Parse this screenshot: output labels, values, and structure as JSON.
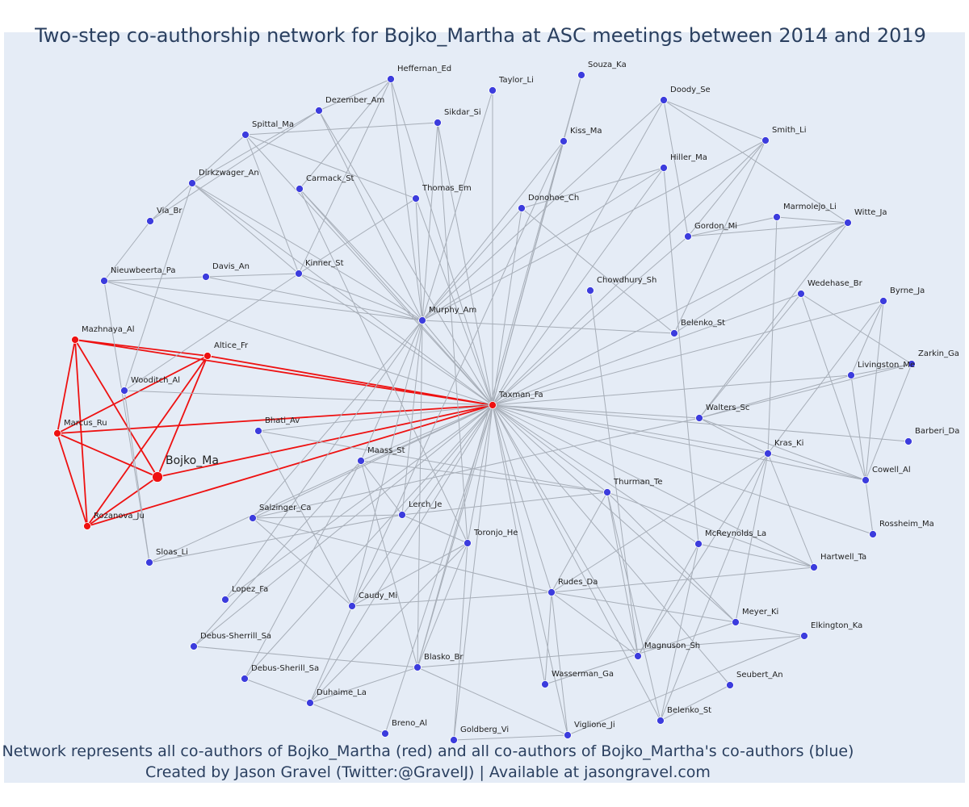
{
  "title": "Two-step co-authorship network for Bojko_Martha at ASC meetings between 2014 and 2019",
  "caption": {
    "line1": "Network represents all co-authors of Bojko_Martha (red) and all co-authors of Bojko_Martha's co-authors (blue)",
    "line2": "Created by Jason Gravel (Twitter:@GravelJ) | Available at jasongravel.com"
  },
  "colors": {
    "ego": "#ee1111",
    "coauthor": "#ee1111",
    "second_degree": "#3c3cdd",
    "edge": "#a7aeb8",
    "background": "#e5ecf6"
  },
  "nodes": [
    {
      "id": "Bojko_Ma",
      "group": "ego"
    },
    {
      "id": "Taxman_Fa",
      "group": "coauthor"
    },
    {
      "id": "Mazhnaya_Al",
      "group": "coauthor"
    },
    {
      "id": "Altice_Fr",
      "group": "coauthor"
    },
    {
      "id": "Marcus_Ru",
      "group": "coauthor"
    },
    {
      "id": "Rozanova_Ju",
      "group": "coauthor"
    },
    {
      "id": "Heffernan_Ed",
      "group": "second"
    },
    {
      "id": "Souza_Ka",
      "group": "second"
    },
    {
      "id": "Taylor_Li",
      "group": "second"
    },
    {
      "id": "Dezember_Am",
      "group": "second"
    },
    {
      "id": "Sikdar_Si",
      "group": "second"
    },
    {
      "id": "Kiss_Ma",
      "group": "second"
    },
    {
      "id": "Doody_Se",
      "group": "second"
    },
    {
      "id": "Spittal_Ma",
      "group": "second"
    },
    {
      "id": "Smith_Li",
      "group": "second"
    },
    {
      "id": "Hiller_Ma",
      "group": "second"
    },
    {
      "id": "Dirkzwager_An",
      "group": "second"
    },
    {
      "id": "Carmack_St",
      "group": "second"
    },
    {
      "id": "Thomas_Em",
      "group": "second"
    },
    {
      "id": "Donohoe_Ch",
      "group": "second"
    },
    {
      "id": "Via_Br",
      "group": "second"
    },
    {
      "id": "Marmolejo_Li",
      "group": "second"
    },
    {
      "id": "Witte_Ja",
      "group": "second"
    },
    {
      "id": "Gordon_Mi",
      "group": "second"
    },
    {
      "id": "Nieuwbeerta_Pa",
      "group": "second"
    },
    {
      "id": "Davis_An",
      "group": "second"
    },
    {
      "id": "Kinner_St",
      "group": "second"
    },
    {
      "id": "Chowdhury_Sh",
      "group": "second"
    },
    {
      "id": "Wedehase_Br",
      "group": "second"
    },
    {
      "id": "Byrne_Ja",
      "group": "second"
    },
    {
      "id": "Murphy_Am",
      "group": "second"
    },
    {
      "id": "Belenko_St",
      "group": "second"
    },
    {
      "id": "Zarkin_Ga",
      "group": "second"
    },
    {
      "id": "Wooditch_Al",
      "group": "second"
    },
    {
      "id": "Livingston_Me",
      "group": "second"
    },
    {
      "id": "Walters_Sc",
      "group": "second"
    },
    {
      "id": "Bhati_Av",
      "group": "second"
    },
    {
      "id": "Barberi_Da",
      "group": "second"
    },
    {
      "id": "Kras_Ki",
      "group": "second"
    },
    {
      "id": "Maass_St",
      "group": "second"
    },
    {
      "id": "Cowell_Al",
      "group": "second"
    },
    {
      "id": "Thurman_Te",
      "group": "second"
    },
    {
      "id": "Salzinger_Ca",
      "group": "second"
    },
    {
      "id": "Lerch_Je",
      "group": "second"
    },
    {
      "id": "Rossheim_Ma",
      "group": "second"
    },
    {
      "id": "Toronjo_He",
      "group": "second"
    },
    {
      "id": "McReynolds_La",
      "group": "second"
    },
    {
      "id": "Sloas_Li",
      "group": "second"
    },
    {
      "id": "Hartwell_Ta",
      "group": "second"
    },
    {
      "id": "Lopez_Fa",
      "group": "second"
    },
    {
      "id": "Rudes_Da",
      "group": "second"
    },
    {
      "id": "Caudy_Mi",
      "group": "second"
    },
    {
      "id": "Meyer_Ki",
      "group": "second"
    },
    {
      "id": "Elkington_Ka",
      "group": "second"
    },
    {
      "id": "Debus-Sherrill_Sa",
      "group": "second"
    },
    {
      "id": "Magnuson_Sh",
      "group": "second"
    },
    {
      "id": "Blasko_Br",
      "group": "second"
    },
    {
      "id": "Debus-Sherill_Sa",
      "group": "second"
    },
    {
      "id": "Seubert_An",
      "group": "second"
    },
    {
      "id": "Wasserman_Ga",
      "group": "second"
    },
    {
      "id": "Duhaime_La",
      "group": "second"
    },
    {
      "id": "Belenko_St2",
      "label": "Belenko_St",
      "group": "second"
    },
    {
      "id": "Breno_Al",
      "group": "second"
    },
    {
      "id": "Goldberg_Vi",
      "group": "second"
    },
    {
      "id": "Viglione_Ji",
      "group": "second"
    }
  ],
  "edges": [
    [
      "Bojko_Ma",
      "Taxman_Fa"
    ],
    [
      "Bojko_Ma",
      "Mazhnaya_Al"
    ],
    [
      "Bojko_Ma",
      "Altice_Fr"
    ],
    [
      "Bojko_Ma",
      "Marcus_Ru"
    ],
    [
      "Bojko_Ma",
      "Rozanova_Ju"
    ],
    [
      "Mazhnaya_Al",
      "Altice_Fr"
    ],
    [
      "Mazhnaya_Al",
      "Marcus_Ru"
    ],
    [
      "Mazhnaya_Al",
      "Rozanova_Ju"
    ],
    [
      "Mazhnaya_Al",
      "Taxman_Fa"
    ],
    [
      "Altice_Fr",
      "Marcus_Ru"
    ],
    [
      "Altice_Fr",
      "Rozanova_Ju"
    ],
    [
      "Altice_Fr",
      "Taxman_Fa"
    ],
    [
      "Marcus_Ru",
      "Rozanova_Ju"
    ],
    [
      "Marcus_Ru",
      "Taxman_Fa"
    ],
    [
      "Rozanova_Ju",
      "Taxman_Fa"
    ],
    [
      "Taxman_Fa",
      "Heffernan_Ed"
    ],
    [
      "Taxman_Fa",
      "Souza_Ka"
    ],
    [
      "Taxman_Fa",
      "Taylor_Li"
    ],
    [
      "Taxman_Fa",
      "Dezember_Am"
    ],
    [
      "Taxman_Fa",
      "Sikdar_Si"
    ],
    [
      "Taxman_Fa",
      "Kiss_Ma"
    ],
    [
      "Taxman_Fa",
      "Doody_Se"
    ],
    [
      "Taxman_Fa",
      "Spittal_Ma"
    ],
    [
      "Taxman_Fa",
      "Smith_Li"
    ],
    [
      "Taxman_Fa",
      "Hiller_Ma"
    ],
    [
      "Taxman_Fa",
      "Dirkzwager_An"
    ],
    [
      "Taxman_Fa",
      "Carmack_St"
    ],
    [
      "Taxman_Fa",
      "Thomas_Em"
    ],
    [
      "Taxman_Fa",
      "Donohoe_Ch"
    ],
    [
      "Taxman_Fa",
      "Witte_Ja"
    ],
    [
      "Taxman_Fa",
      "Gordon_Mi"
    ],
    [
      "Taxman_Fa",
      "Nieuwbeerta_Pa"
    ],
    [
      "Taxman_Fa",
      "Kinner_St"
    ],
    [
      "Taxman_Fa",
      "Wedehase_Br"
    ],
    [
      "Taxman_Fa",
      "Byrne_Ja"
    ],
    [
      "Taxman_Fa",
      "Murphy_Am"
    ],
    [
      "Taxman_Fa",
      "Wooditch_Al"
    ],
    [
      "Taxman_Fa",
      "Livingston_Me"
    ],
    [
      "Taxman_Fa",
      "Walters_Sc"
    ],
    [
      "Taxman_Fa",
      "Bhati_Av"
    ],
    [
      "Taxman_Fa",
      "Barberi_Da"
    ],
    [
      "Taxman_Fa",
      "Kras_Ki"
    ],
    [
      "Taxman_Fa",
      "Maass_St"
    ],
    [
      "Taxman_Fa",
      "Cowell_Al"
    ],
    [
      "Taxman_Fa",
      "Thurman_Te"
    ],
    [
      "Taxman_Fa",
      "Salzinger_Ca"
    ],
    [
      "Taxman_Fa",
      "Lerch_Je"
    ],
    [
      "Taxman_Fa",
      "Rossheim_Ma"
    ],
    [
      "Taxman_Fa",
      "Toronjo_He"
    ],
    [
      "Taxman_Fa",
      "McReynolds_La"
    ],
    [
      "Taxman_Fa",
      "Sloas_Li"
    ],
    [
      "Taxman_Fa",
      "Hartwell_Ta"
    ],
    [
      "Taxman_Fa",
      "Lopez_Fa"
    ],
    [
      "Taxman_Fa",
      "Rudes_Da"
    ],
    [
      "Taxman_Fa",
      "Caudy_Mi"
    ],
    [
      "Taxman_Fa",
      "Meyer_Ki"
    ],
    [
      "Taxman_Fa",
      "Debus-Sherrill_Sa"
    ],
    [
      "Taxman_Fa",
      "Magnuson_Sh"
    ],
    [
      "Taxman_Fa",
      "Blasko_Br"
    ],
    [
      "Taxman_Fa",
      "Debus-Sherill_Sa"
    ],
    [
      "Taxman_Fa",
      "Seubert_An"
    ],
    [
      "Taxman_Fa",
      "Wasserman_Ga"
    ],
    [
      "Taxman_Fa",
      "Duhaime_La"
    ],
    [
      "Taxman_Fa",
      "Belenko_St2"
    ],
    [
      "Taxman_Fa",
      "Breno_Al"
    ],
    [
      "Taxman_Fa",
      "Goldberg_Vi"
    ],
    [
      "Taxman_Fa",
      "Viglione_Ji"
    ],
    [
      "Taxman_Fa",
      "Kiss_Ma"
    ],
    [
      "Heffernan_Ed",
      "Dezember_Am"
    ],
    [
      "Heffernan_Ed",
      "Murphy_Am"
    ],
    [
      "Heffernan_Ed",
      "Kinner_St"
    ],
    [
      "Heffernan_Ed",
      "Carmack_St"
    ],
    [
      "Dezember_Am",
      "Via_Br"
    ],
    [
      "Dezember_Am",
      "Murphy_Am"
    ],
    [
      "Dezember_Am",
      "Dirkzwager_An"
    ],
    [
      "Sikdar_Si",
      "Murphy_Am"
    ],
    [
      "Sikdar_Si",
      "Spittal_Ma"
    ],
    [
      "Sikdar_Si",
      "Toronjo_He"
    ],
    [
      "Spittal_Ma",
      "Thomas_Em"
    ],
    [
      "Spittal_Ma",
      "Kinner_St"
    ],
    [
      "Spittal_Ma",
      "Via_Br"
    ],
    [
      "Taylor_Li",
      "Murphy_Am"
    ],
    [
      "Souza_Ka",
      "Blasko_Br"
    ],
    [
      "Kiss_Ma",
      "Murphy_Am"
    ],
    [
      "Kiss_Ma",
      "Caudy_Mi"
    ],
    [
      "Doody_Se",
      "Gordon_Mi"
    ],
    [
      "Doody_Se",
      "Witte_Ja"
    ],
    [
      "Doody_Se",
      "Smith_Li"
    ],
    [
      "Doody_Se",
      "Murphy_Am"
    ],
    [
      "Smith_Li",
      "Gordon_Mi"
    ],
    [
      "Smith_Li",
      "Belenko_St"
    ],
    [
      "Smith_Li",
      "Murphy_Am"
    ],
    [
      "Hiller_Ma",
      "Donohoe_Ch"
    ],
    [
      "Hiller_Ma",
      "McReynolds_La"
    ],
    [
      "Hiller_Ma",
      "Murphy_Am"
    ],
    [
      "Donohoe_Ch",
      "Belenko_St"
    ],
    [
      "Donohoe_Ch",
      "Murphy_Am"
    ],
    [
      "Dirkzwager_An",
      "Kinner_St"
    ],
    [
      "Dirkzwager_An",
      "Murphy_Am"
    ],
    [
      "Dirkzwager_An",
      "Wooditch_Al"
    ],
    [
      "Carmack_St",
      "Murphy_Am"
    ],
    [
      "Carmack_St",
      "Toronjo_He"
    ],
    [
      "Thomas_Em",
      "Kinner_St"
    ],
    [
      "Thomas_Em",
      "Murphy_Am"
    ],
    [
      "Via_Br",
      "Nieuwbeerta_Pa"
    ],
    [
      "Marmolejo_Li",
      "Witte_Ja"
    ],
    [
      "Marmolejo_Li",
      "Kras_Ki"
    ],
    [
      "Marmolejo_Li",
      "Gordon_Mi"
    ],
    [
      "Witte_Ja",
      "Gordon_Mi"
    ],
    [
      "Witte_Ja",
      "Belenko_St"
    ],
    [
      "Witte_Ja",
      "Walters_Sc"
    ],
    [
      "Nieuwbeerta_Pa",
      "Davis_An"
    ],
    [
      "Nieuwbeerta_Pa",
      "Sloas_Li"
    ],
    [
      "Nieuwbeerta_Pa",
      "Murphy_Am"
    ],
    [
      "Davis_An",
      "Kinner_St"
    ],
    [
      "Davis_An",
      "Murphy_Am"
    ],
    [
      "Kinner_St",
      "Wooditch_Al"
    ],
    [
      "Kinner_St",
      "Murphy_Am"
    ],
    [
      "Chowdhury_Sh",
      "Magnuson_Sh"
    ],
    [
      "Wedehase_Br",
      "Cowell_Al"
    ],
    [
      "Wedehase_Br",
      "Zarkin_Ga"
    ],
    [
      "Wedehase_Br",
      "Walters_Sc"
    ],
    [
      "Byrne_Ja",
      "Livingston_Me"
    ],
    [
      "Byrne_Ja",
      "Kras_Ki"
    ],
    [
      "Byrne_Ja",
      "Cowell_Al"
    ],
    [
      "Murphy_Am",
      "Belenko_St"
    ],
    [
      "Murphy_Am",
      "Salzinger_Ca"
    ],
    [
      "Murphy_Am",
      "Maass_St"
    ],
    [
      "Murphy_Am",
      "Lerch_Je"
    ],
    [
      "Murphy_Am",
      "Caudy_Mi"
    ],
    [
      "Murphy_Am",
      "Blasko_Br"
    ],
    [
      "Zarkin_Ga",
      "Livingston_Me"
    ],
    [
      "Zarkin_Ga",
      "Walters_Sc"
    ],
    [
      "Zarkin_Ga",
      "Cowell_Al"
    ],
    [
      "Livingston_Me",
      "Walters_Sc"
    ],
    [
      "Livingston_Me",
      "Cowell_Al"
    ],
    [
      "Walters_Sc",
      "Kras_Ki"
    ],
    [
      "Walters_Sc",
      "Cowell_Al"
    ],
    [
      "Walters_Sc",
      "Salzinger_Ca"
    ],
    [
      "Bhati_Av",
      "Caudy_Mi"
    ],
    [
      "Bhati_Av",
      "Thurman_Te"
    ],
    [
      "Kras_Ki",
      "Cowell_Al"
    ],
    [
      "Kras_Ki",
      "Hartwell_Ta"
    ],
    [
      "Kras_Ki",
      "Meyer_Ki"
    ],
    [
      "Kras_Ki",
      "Rudes_Da"
    ],
    [
      "Kras_Ki",
      "Magnuson_Sh"
    ],
    [
      "Kras_Ki",
      "Belenko_St2"
    ],
    [
      "Maass_St",
      "Thurman_Te"
    ],
    [
      "Maass_St",
      "Lerch_Je"
    ],
    [
      "Maass_St",
      "Blasko_Br"
    ],
    [
      "Cowell_Al",
      "Rossheim_Ma"
    ],
    [
      "Thurman_Te",
      "Lerch_Je"
    ],
    [
      "Thurman_Te",
      "Hartwell_Ta"
    ],
    [
      "Thurman_Te",
      "Meyer_Ki"
    ],
    [
      "Thurman_Te",
      "Rudes_Da"
    ],
    [
      "Thurman_Te",
      "Magnuson_Sh"
    ],
    [
      "Thurman_Te",
      "Belenko_St2"
    ],
    [
      "Salzinger_Ca",
      "Rudes_Da"
    ],
    [
      "Salzinger_Ca",
      "Caudy_Mi"
    ],
    [
      "Salzinger_Ca",
      "Lerch_Je"
    ],
    [
      "Lerch_Je",
      "Sloas_Li"
    ],
    [
      "Lerch_Je",
      "Toronjo_He"
    ],
    [
      "Toronjo_He",
      "Caudy_Mi"
    ],
    [
      "Toronjo_He",
      "Duhaime_La"
    ],
    [
      "McReynolds_La",
      "Belenko_St2"
    ],
    [
      "McReynolds_La",
      "Magnuson_Sh"
    ],
    [
      "McReynolds_La",
      "Hartwell_Ta"
    ],
    [
      "Hartwell_Ta",
      "Rudes_Da"
    ],
    [
      "Rudes_Da",
      "Caudy_Mi"
    ],
    [
      "Rudes_Da",
      "Meyer_Ki"
    ],
    [
      "Rudes_Da",
      "Magnuson_Sh"
    ],
    [
      "Rudes_Da",
      "Wasserman_Ga"
    ],
    [
      "Rudes_Da",
      "Viglione_Ji"
    ],
    [
      "Lopez_Fa",
      "Murphy_Am"
    ],
    [
      "Meyer_Ki",
      "Elkington_Ka"
    ],
    [
      "Meyer_Ki",
      "Wasserman_Ga"
    ],
    [
      "Elkington_Ka",
      "Blasko_Br"
    ],
    [
      "Elkington_Ka",
      "Viglione_Ji"
    ],
    [
      "Debus-Sherrill_Sa",
      "Blasko_Br"
    ],
    [
      "Debus-Sherrill_Sa",
      "Maass_St"
    ],
    [
      "Debus-Sherill_Sa",
      "Duhaime_La"
    ],
    [
      "Debus-Sherill_Sa",
      "Maass_St"
    ],
    [
      "Seubert_An",
      "Belenko_St2"
    ],
    [
      "Duhaime_La",
      "Breno_Al"
    ],
    [
      "Duhaime_La",
      "Blasko_Br"
    ],
    [
      "Duhaime_La",
      "Caudy_Mi"
    ],
    [
      "Blasko_Br",
      "Viglione_Ji"
    ],
    [
      "Blasko_Br",
      "Toronjo_He"
    ],
    [
      "Goldberg_Vi",
      "Viglione_Ji"
    ],
    [
      "Goldberg_Vi",
      "Toronjo_He"
    ],
    [
      "Wooditch_Al",
      "Sloas_Li"
    ]
  ]
}
